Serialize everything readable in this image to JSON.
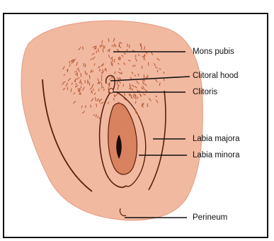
{
  "colors": {
    "skin": "#f2b9a1",
    "skin_dark": "#e39a80",
    "line": "#5a1e0c",
    "hair": "#b5532c",
    "inner": "#d9825f",
    "leader": "#111111"
  },
  "labels": [
    {
      "id": "mons",
      "text": "Mons pubis"
    },
    {
      "id": "hood",
      "text": "Clitoral hood"
    },
    {
      "id": "clitoris",
      "text": "Clitoris"
    },
    {
      "id": "majora",
      "text": "Labia majora"
    },
    {
      "id": "minora",
      "text": "Labia minora"
    },
    {
      "id": "perineum",
      "text": "Perineum"
    }
  ]
}
